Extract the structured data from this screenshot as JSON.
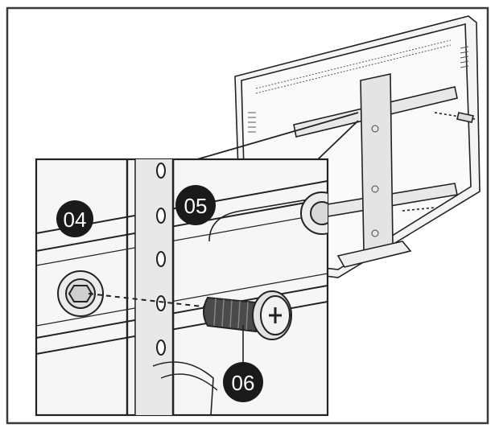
{
  "figure": {
    "callouts": [
      {
        "id": "04",
        "text": "04",
        "part": "mounting-bracket"
      },
      {
        "id": "05",
        "text": "05",
        "part": "mounting-arm"
      },
      {
        "id": "06",
        "text": "06",
        "part": "screw"
      }
    ],
    "colors": {
      "line": "#222222",
      "frame": "#3a3a3a",
      "panel_fill": "#f3f3f3",
      "arm_fill": "#e6e6e6",
      "badge_fill": "#1a1a1a",
      "badge_text": "#ffffff"
    }
  }
}
